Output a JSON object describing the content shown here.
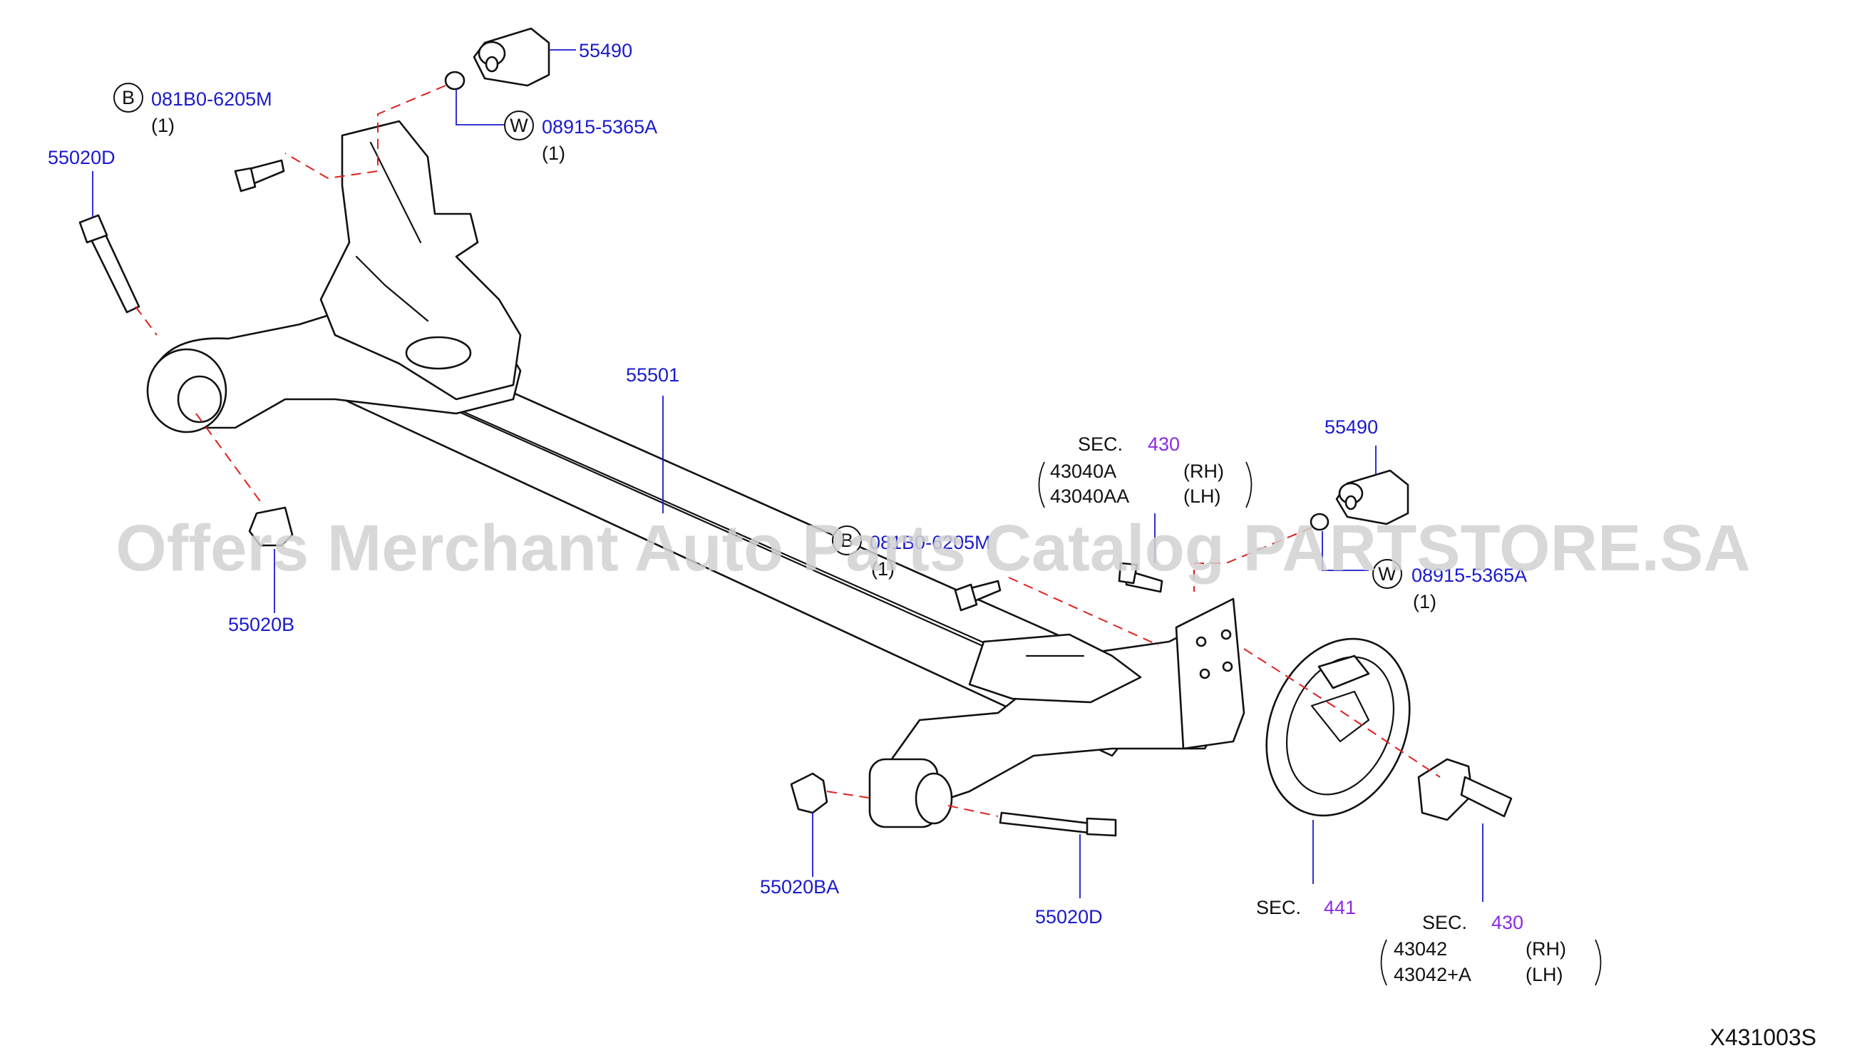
{
  "watermark": "Offers Merchant Auto Parts Catalog PARTSTORE.SA",
  "diagram_code": "X431003S",
  "colors": {
    "part_number": "#1a1acc",
    "section_number": "#8a2be2",
    "phantom_line": "#e02020",
    "outline": "#111111"
  },
  "callouts": {
    "bolt_b_top": {
      "letter": "B",
      "number": "081B0-6205M",
      "qty": "(1)"
    },
    "mount_top": {
      "number": "55490"
    },
    "washer_top": {
      "letter": "W",
      "number": "08915-5365A",
      "qty": "(1)"
    },
    "bolt_left": {
      "number": "55020D"
    },
    "beam": {
      "number": "55501"
    },
    "bushing_left": {
      "number": "55020B"
    },
    "bolt_b_mid": {
      "letter": "B",
      "number": "081B0-6205M",
      "qty": "(1)"
    },
    "mount_right": {
      "number": "55490"
    },
    "washer_right": {
      "letter": "W",
      "number": "08915-5365A",
      "qty": "(1)"
    },
    "bushing_right": {
      "number": "55020BA"
    },
    "bolt_right": {
      "number": "55020D"
    },
    "sec_430_top": {
      "label": "SEC.",
      "sec": "430",
      "rows": [
        {
          "part": "43040A",
          "side": "(RH)"
        },
        {
          "part": "43040AA",
          "side": "(LH)"
        }
      ]
    },
    "sec_441": {
      "label": "SEC.",
      "sec": "441"
    },
    "sec_430_bottom": {
      "label": "SEC.",
      "sec": "430",
      "rows": [
        {
          "part": "43042",
          "side": "(RH)"
        },
        {
          "part": "43042+A",
          "side": "(LH)"
        }
      ]
    }
  }
}
